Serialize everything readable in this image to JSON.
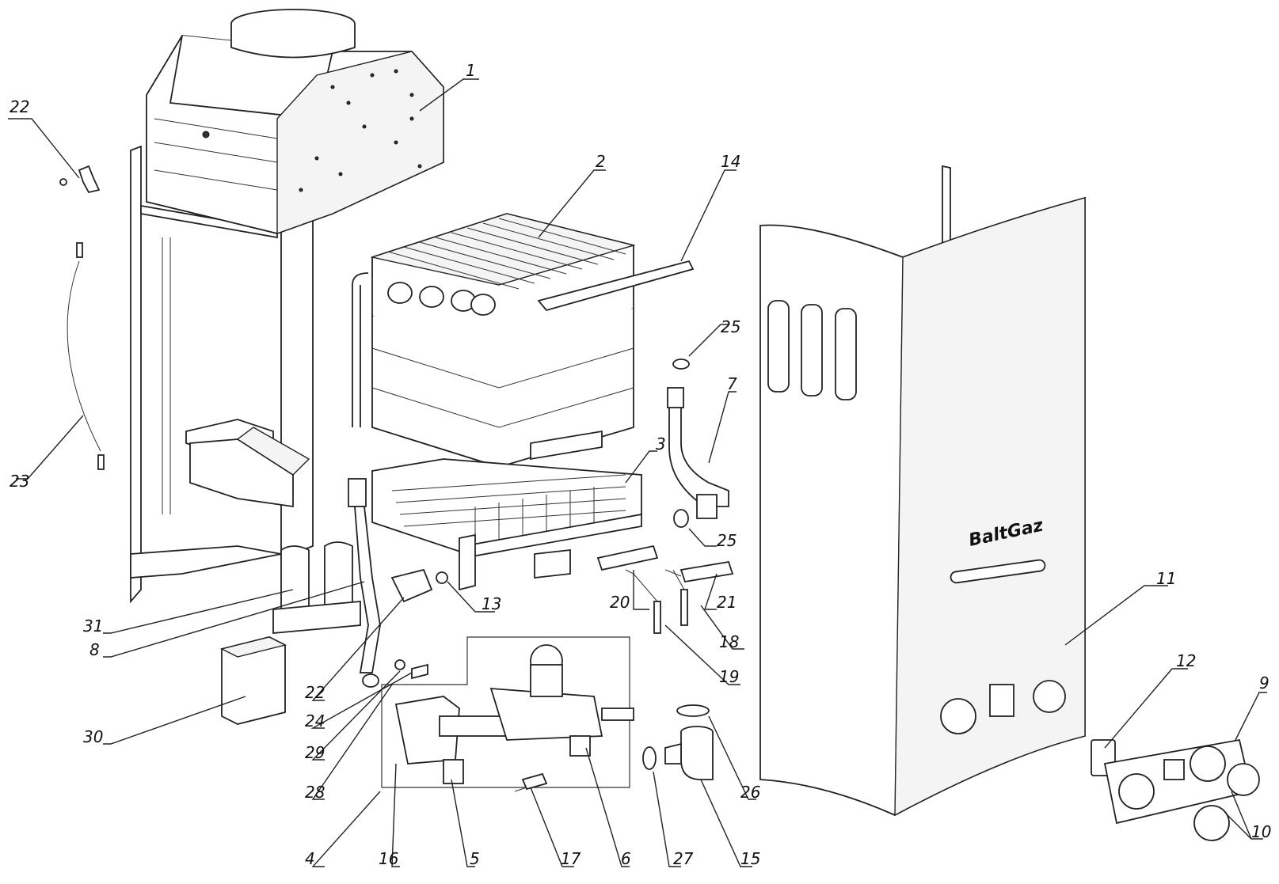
{
  "brand": "BaltGaz",
  "callouts": [
    {
      "id": "1",
      "text": "1"
    },
    {
      "id": "2",
      "text": "2"
    },
    {
      "id": "3",
      "text": "3"
    },
    {
      "id": "4",
      "text": "4"
    },
    {
      "id": "5",
      "text": "5"
    },
    {
      "id": "6",
      "text": "6"
    },
    {
      "id": "7",
      "text": "7"
    },
    {
      "id": "8",
      "text": "8"
    },
    {
      "id": "9",
      "text": "9"
    },
    {
      "id": "10",
      "text": "10"
    },
    {
      "id": "11",
      "text": "11"
    },
    {
      "id": "12",
      "text": "12"
    },
    {
      "id": "13",
      "text": "13"
    },
    {
      "id": "14",
      "text": "14"
    },
    {
      "id": "15",
      "text": "15"
    },
    {
      "id": "16",
      "text": "16"
    },
    {
      "id": "17",
      "text": "17"
    },
    {
      "id": "18",
      "text": "18"
    },
    {
      "id": "19",
      "text": "19"
    },
    {
      "id": "20",
      "text": "20"
    },
    {
      "id": "21",
      "text": "21"
    },
    {
      "id": "22a",
      "text": "22"
    },
    {
      "id": "22b",
      "text": "22"
    },
    {
      "id": "23",
      "text": "23"
    },
    {
      "id": "24",
      "text": "24"
    },
    {
      "id": "25a",
      "text": "25"
    },
    {
      "id": "25b",
      "text": "25"
    },
    {
      "id": "26",
      "text": "26"
    },
    {
      "id": "27",
      "text": "27"
    },
    {
      "id": "28",
      "text": "28"
    },
    {
      "id": "29",
      "text": "29"
    },
    {
      "id": "30",
      "text": "30"
    },
    {
      "id": "31",
      "text": "31"
    }
  ]
}
